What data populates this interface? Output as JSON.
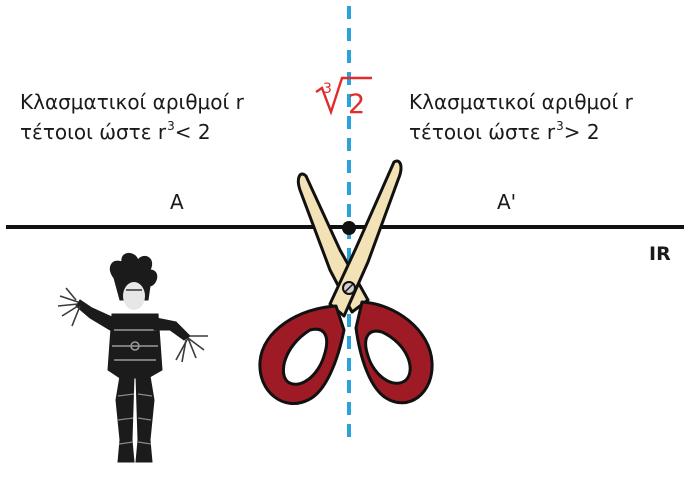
{
  "left_caption": {
    "line1": "Κλασματικοί αριθμοί r",
    "line2_prefix": "τέτοιοι ώστε r",
    "exponent": "3",
    "line2_suffix": "< 2"
  },
  "right_caption": {
    "line1": "Κλασματικοί αριθμοί r",
    "line2_prefix": "τέτοιοι ώστε r",
    "exponent": "3",
    "line2_suffix": "> 2"
  },
  "cut_value": {
    "root_index": "3",
    "radicand": "2",
    "color": "#e32b2b"
  },
  "set_labels": {
    "left": "A",
    "right": "A'",
    "reals": "IR"
  },
  "colors": {
    "cut_line": "#29a3d9",
    "number_line": "#111111",
    "scissor_handles": "#9e1a24",
    "scissor_blades": "#f2e2b6"
  },
  "icons": {
    "scissors": "scissors-icon",
    "figure": "edward-scissorhands-figure"
  }
}
